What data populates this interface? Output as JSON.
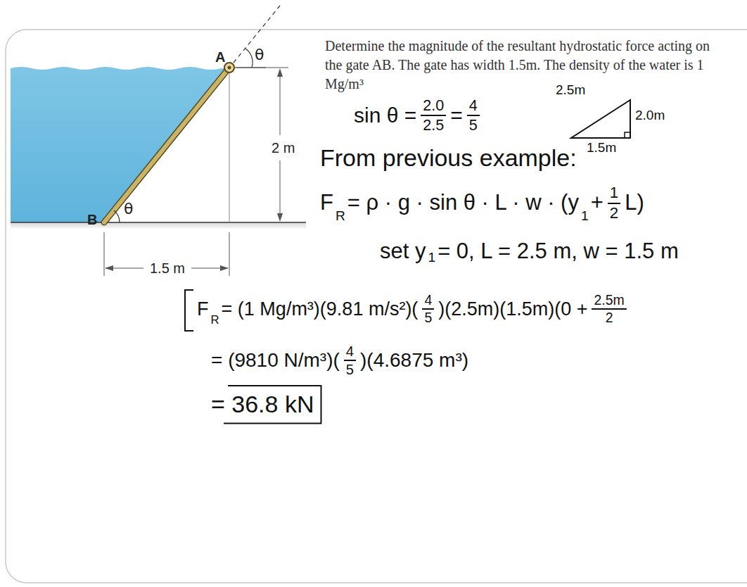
{
  "diagram": {
    "labels": [
      "A",
      "θ",
      "2 m",
      "B",
      "θ",
      "1.5 m",
      "Determine the magnitude of the resultant hydrostatic force acting on the gate AB. The gate has width 1.5m. The density of the water is 1 Mg/m³",
      "sin θ =",
      "2.0",
      "2.5",
      "=",
      "4",
      "5",
      "2.5m",
      "2.0m",
      "1.5m",
      "From previous example:",
      "F",
      "R",
      "= ρ · g · sin θ · L · w · (y",
      "1",
      "+",
      "1",
      "2",
      "L)",
      "set y",
      "1",
      "= 0, L = 2.5 m, w = 1.5 m",
      "F",
      "R",
      "= (1 Mg/m³)(9.81 m/s²)(",
      "4",
      "5",
      ")(2.5m)(1.5m)(0 +",
      "2.5m",
      "2",
      "= (9810 N/m³)(",
      "4",
      "5",
      ")(4.6875 m³)",
      "= 36.8 kN"
    ]
  }
}
